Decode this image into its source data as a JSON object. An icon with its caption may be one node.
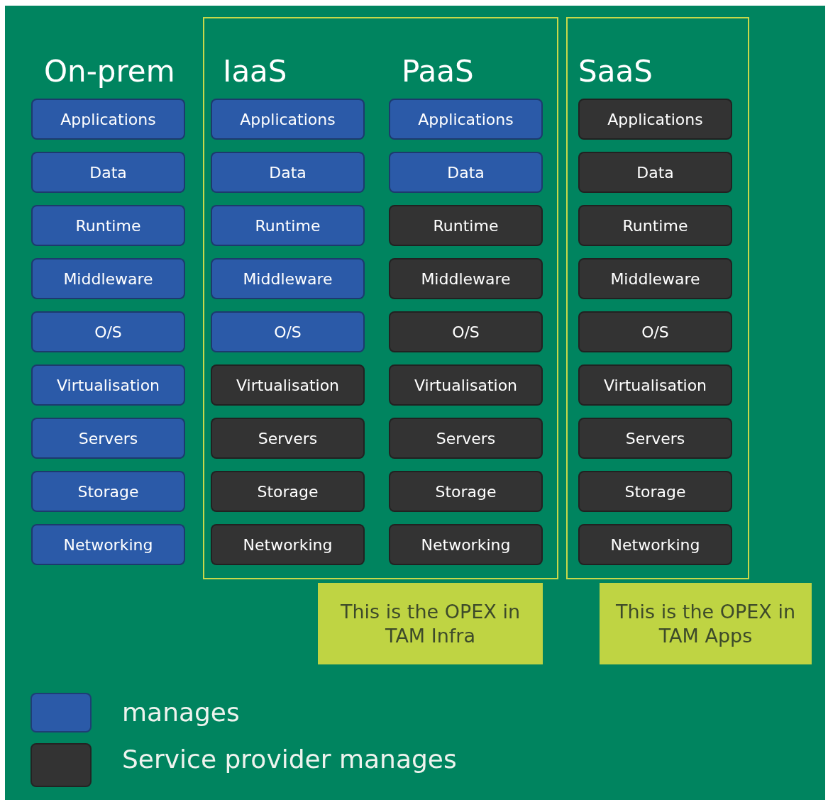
{
  "diagram": {
    "nodes": [
      {
        "text": [
          "Applications"
        ]
      },
      {
        "text": [
          "Data"
        ]
      },
      {
        "text": [
          "Runtime"
        ]
      },
      {
        "text": [
          "Middleware"
        ]
      },
      {
        "text": [
          "O/S"
        ]
      },
      {
        "text": [
          "Virtualisation"
        ]
      },
      {
        "text": [
          "Servers"
        ]
      },
      {
        "text": [
          "Storage"
        ]
      },
      {
        "text": [
          "Networking"
        ]
      },
      {
        "text": [],
        "shape": "box"
      },
      {
        "text": [
          "Applications"
        ],
        "in": 9
      },
      {
        "text": [
          "Data"
        ],
        "in": 9
      },
      {
        "text": [
          "Runtime"
        ],
        "in": 9
      },
      {
        "text": [
          "Middleware"
        ],
        "in": 9
      },
      {
        "text": [
          "O/S"
        ],
        "in": 9
      },
      {
        "text": [
          "Virtualisation"
        ],
        "in": 9
      },
      {
        "text": [
          "Servers"
        ],
        "in": 9
      },
      {
        "text": [
          "Storage"
        ],
        "in": 9
      },
      {
        "text": [
          "Networking"
        ],
        "in": 9
      },
      {
        "text": [
          "Applications"
        ],
        "in": 9
      },
      {
        "text": [
          "Data"
        ],
        "in": 9
      },
      {
        "text": [
          "Runtime"
        ],
        "in": 9
      },
      {
        "text": [
          "Middleware"
        ],
        "in": 9
      },
      {
        "text": [
          "O/S"
        ],
        "in": 9
      },
      {
        "text": [
          "Virtualisation"
        ],
        "in": 9
      },
      {
        "text": [
          "Servers"
        ],
        "in": 9
      },
      {
        "text": [
          "Storage"
        ],
        "in": 9
      },
      {
        "text": [
          "Networking"
        ],
        "in": 9
      },
      {
        "text": [],
        "shape": "box"
      },
      {
        "text": [
          "Applications"
        ],
        "in": 28
      },
      {
        "text": [
          "Data"
        ],
        "in": 28
      },
      {
        "text": [
          "Runtime"
        ],
        "in": 28
      },
      {
        "text": [
          "Middleware"
        ],
        "in": 28
      },
      {
        "text": [
          "O/S"
        ],
        "in": 28
      },
      {
        "text": [
          "Virtualisation"
        ],
        "in": 28
      },
      {
        "text": [
          "Servers"
        ],
        "in": 28
      },
      {
        "text": [
          "Storage"
        ],
        "in": 28
      },
      {
        "text": [
          "Networking"
        ],
        "in": 28
      },
      {
        "text": [
          "This is the OPEX in TAM Infra"
        ]
      },
      {
        "text": [
          "This is the OPEX in TAM Apps"
        ]
      }
    ],
    "edges": [],
    "labels": [
      "On-prem",
      "IaaS",
      "PaaS",
      "SaaS"
    ],
    "legend": [
      {
        "text": "manages",
        "color": "#2b5aa8"
      },
      {
        "text": "Service provider manages",
        "color": "#333333"
      }
    ]
  }
}
